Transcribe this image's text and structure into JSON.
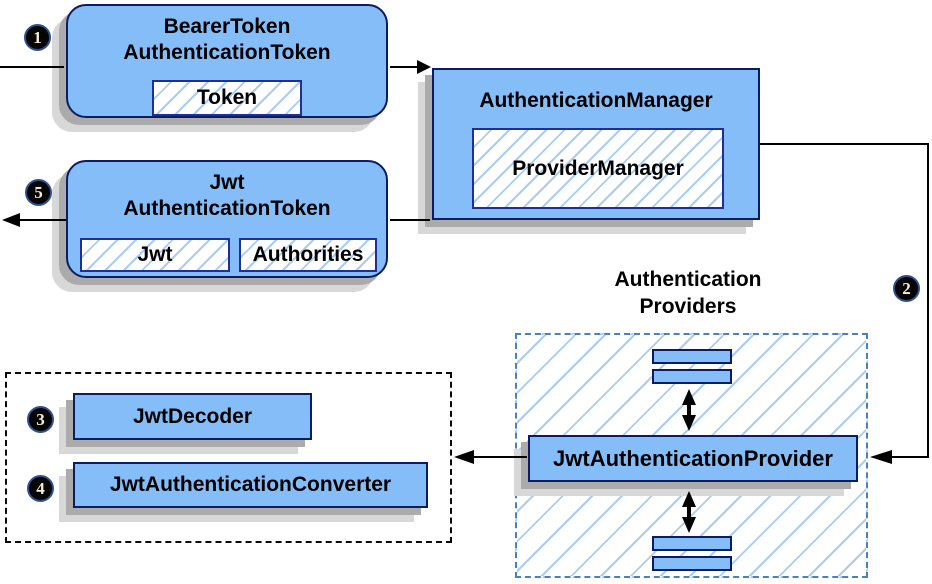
{
  "diagram": {
    "steps": [
      {
        "label": "1"
      },
      {
        "label": "2"
      },
      {
        "label": "3"
      },
      {
        "label": "4"
      },
      {
        "label": "5"
      }
    ],
    "bearer_node": {
      "title_line1": "BearerToken",
      "title_line2": "AuthenticationToken",
      "field": "Token"
    },
    "manager_node": {
      "title": "AuthenticationManager",
      "field": "ProviderManager"
    },
    "jwt_node": {
      "title_line1": "Jwt",
      "title_line2": "AuthenticationToken",
      "field_left": "Jwt",
      "field_right": "Authorities"
    },
    "providers_group": {
      "heading_line1": "Authentication",
      "heading_line2": "Providers",
      "provider_label": "JwtAuthenticationProvider"
    },
    "helpers_group": {
      "decoder_label": "JwtDecoder",
      "converter_label": "JwtAuthenticationConverter"
    },
    "colors": {
      "node_fill": "#85bdf8",
      "node_border": "#0c1c60",
      "field_border": "#1f2f96",
      "hatch_line": "#a9cdf1",
      "providers_dash_border": "#4a80c0",
      "helpers_dash_border": "#0a0a0a",
      "shadow_dark": "#ababab",
      "shadow_light": "#d8d8d8",
      "arrow": "#000000",
      "badge_fill": "#050505",
      "badge_text": "#f5ecd4"
    }
  }
}
